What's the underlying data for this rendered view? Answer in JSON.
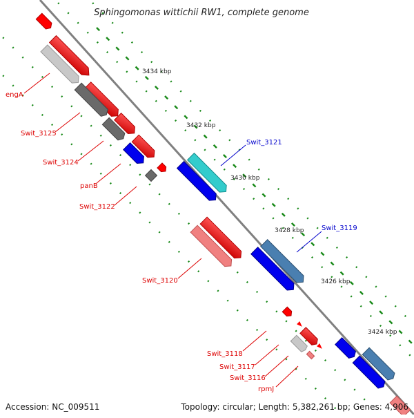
{
  "title": "Sphingomonas wittichii RW1, complete genome",
  "footer": {
    "accession": "Accession: NC_009511",
    "topology": "Topology: circular; Length: 5,382,261 bp; Genes: 4,906"
  },
  "ruler": {
    "ticks": [
      "3434 kbp",
      "3432 kbp",
      "3430 kbp",
      "3428 kbp",
      "3426 kbp",
      "3424 kbp"
    ]
  },
  "gene_labels": {
    "engA": "engA",
    "Swit_3125": "Swit_3125",
    "Swit_3124": "Swit_3124",
    "panB": "panB",
    "Swit_3122": "Swit_3122",
    "Swit_3121": "Swit_3121",
    "Swit_3120": "Swit_3120",
    "Swit_3119": "Swit_3119",
    "Swit_3118": "Swit_3118",
    "Swit_3117": "Swit_3117",
    "Swit_3116": "Swit_3116",
    "rpmJ": "rpmJ"
  },
  "colors": {
    "backbone": "#808080",
    "tick_green": "#1a8a1a",
    "gene_red": "#ff0000",
    "gene_pink": "#f08080",
    "gene_gray_dark": "#666666",
    "gene_gray_light": "#c0c0c0",
    "gene_blue": "#0000ee",
    "gene_cyan": "#33cccc",
    "gene_steel": "#4a7fb0",
    "label_red": "#dd0000",
    "label_blue": "#0000cc"
  }
}
